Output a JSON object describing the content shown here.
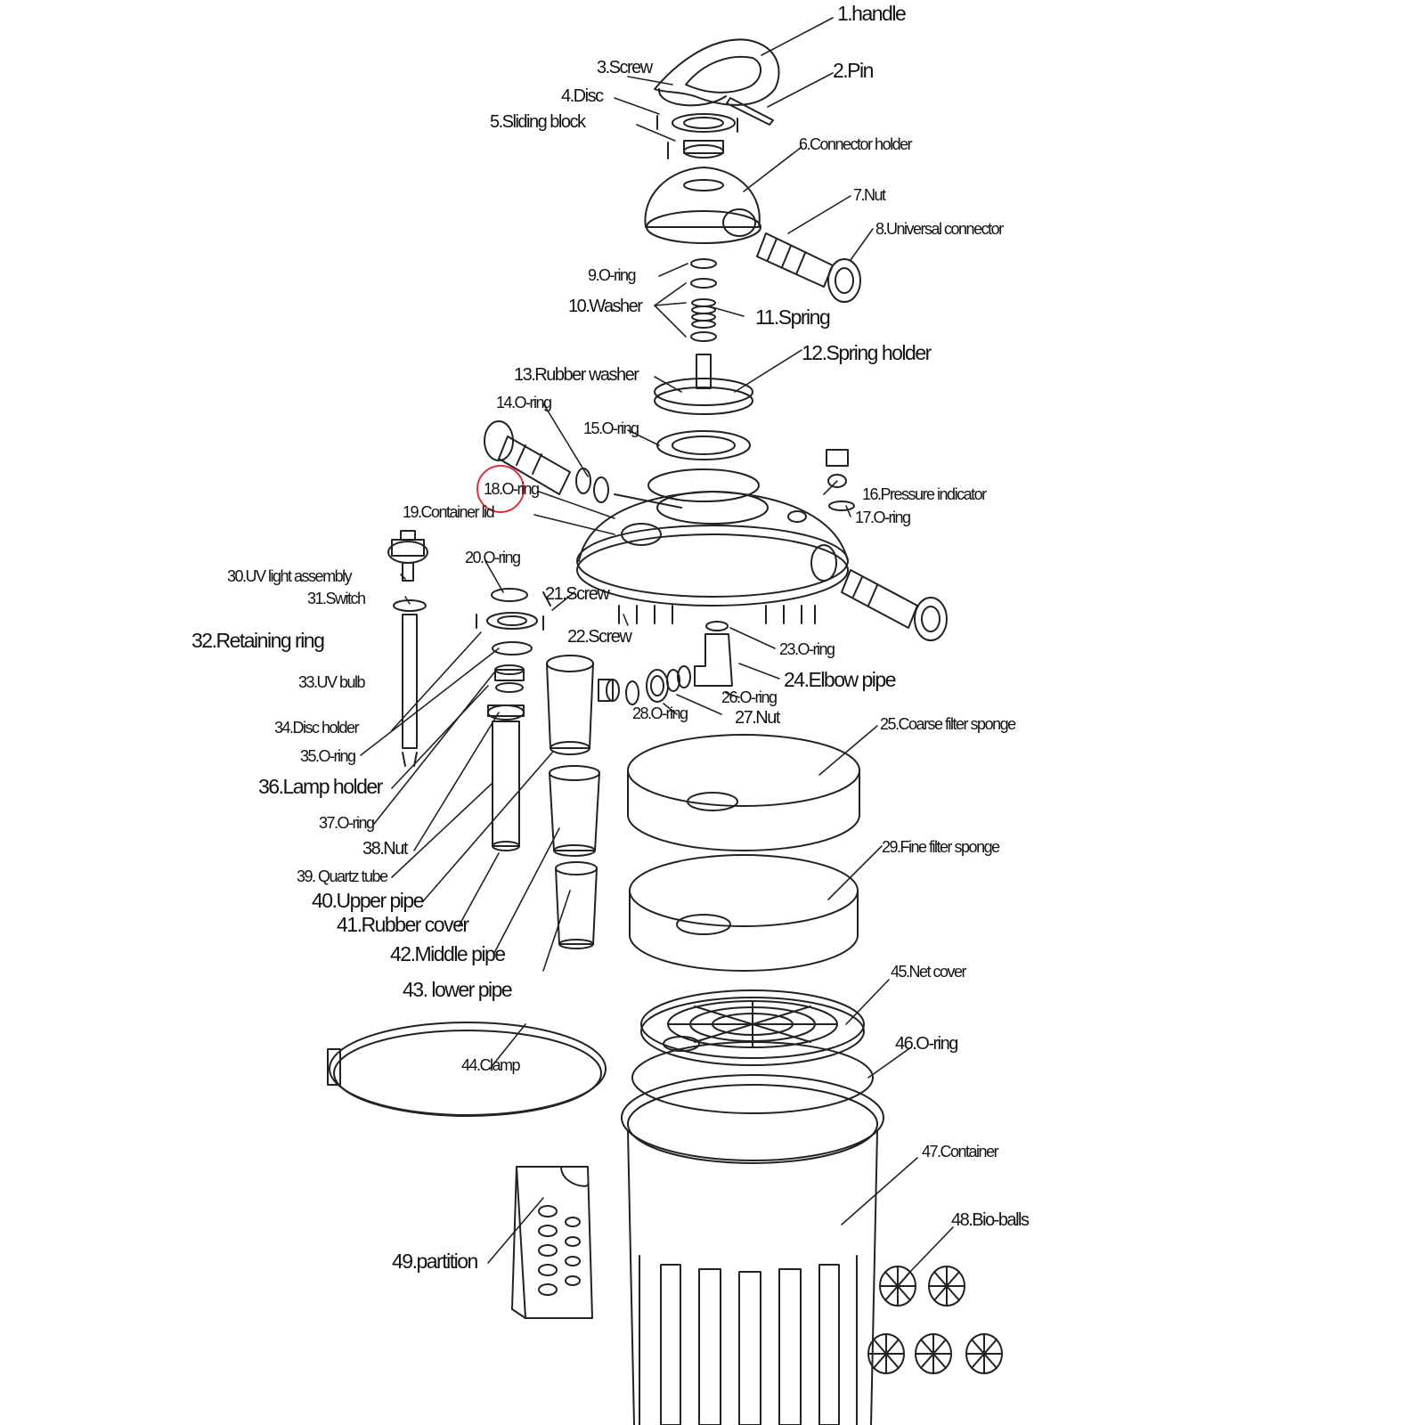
{
  "diagram": {
    "highlight_color": "#e0303a",
    "line_color": "#222222",
    "labels": {
      "p1": "1.handle",
      "p2": "2.Pin",
      "p3": "3.Screw",
      "p4": "4.Disc",
      "p5": "5.Sliding block",
      "p6": "6.Connector holder",
      "p7": "7.Nut",
      "p8": "8.Universal connector",
      "p9": "9.O-ring",
      "p10": "10.Washer",
      "p11": "11.Spring",
      "p12": "12.Spring holder",
      "p13": "13.Rubber washer",
      "p14": "14.O-ring",
      "p15": "15.O-ring",
      "p16": "16.Pressure indicator",
      "p17": "17.O-ring",
      "p18": "18.O-ring",
      "p19": "19.Container lid",
      "p20": "20.O-ring",
      "p21": "21.Screw",
      "p22": "22.Screw",
      "p23": "23.O-ring",
      "p24": "24.Elbow pipe",
      "p25": "25.Coarse filter sponge",
      "p26": "26.O-ring",
      "p27": "27.Nut",
      "p28": "28.O-ring",
      "p29": "29.Fine filter sponge",
      "p30": "30.UV light assembly",
      "p31": "31.Switch",
      "p32": "32.Retaining ring",
      "p33": "33.UV bulb",
      "p34": "34.Disc holder",
      "p35": "35.O-ring",
      "p36": "36.Lamp holder",
      "p37": "37.O-ring",
      "p38": "38.Nut",
      "p39": "39. Quartz tube",
      "p40": "40.Upper pipe",
      "p41": "41.Rubber cover",
      "p42": "42.Middle pipe",
      "p43": "43. lower pipe",
      "p44": "44.Clamp",
      "p45": "45.Net cover",
      "p46": "46.O-ring",
      "p47": "47.Container",
      "p48": "48.Bio-balls",
      "p49": "49.partition"
    }
  }
}
